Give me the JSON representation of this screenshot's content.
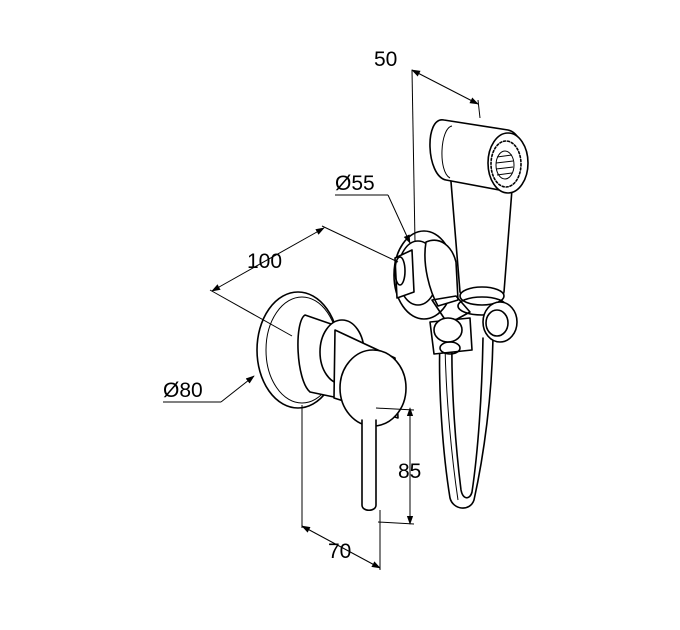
{
  "dimensions": {
    "handshower_width": "50",
    "holder_diameter": "Ø55",
    "mixer_depth": "100",
    "rosette_diameter": "Ø80",
    "lever_length": "85",
    "body_projection": "70"
  },
  "colors": {
    "line": "#000000",
    "background": "#ffffff"
  }
}
